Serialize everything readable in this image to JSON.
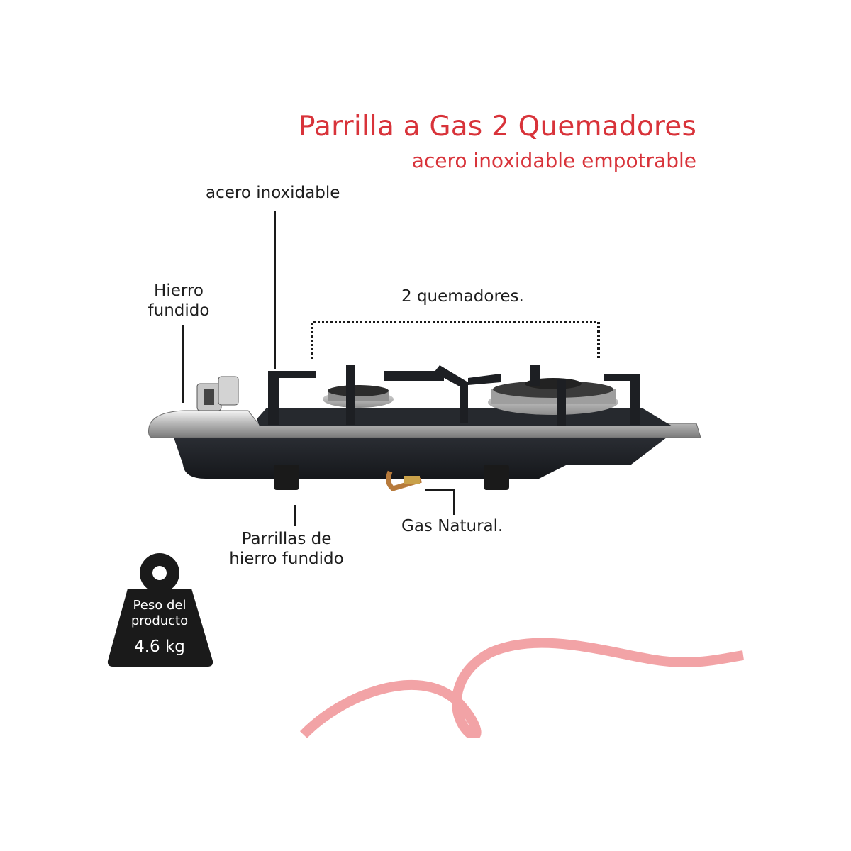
{
  "header": {
    "title": "Parrilla a Gas 2 Quemadores",
    "subtitle": "acero inoxidable empotrable"
  },
  "callouts": {
    "steel": "acero inoxidable",
    "cast_iron": "Hierro fundido",
    "burners": "2 quemadores.",
    "grates": "Parrillas de hierro fundido",
    "gas": "Gas Natural."
  },
  "weight_badge": {
    "label": "Peso del producto",
    "value": "4.6 kg",
    "icon": "weight-icon"
  },
  "colors": {
    "accent": "#d8333a",
    "swirl": "#f2a3a6",
    "badge": "#1a1a1a"
  }
}
